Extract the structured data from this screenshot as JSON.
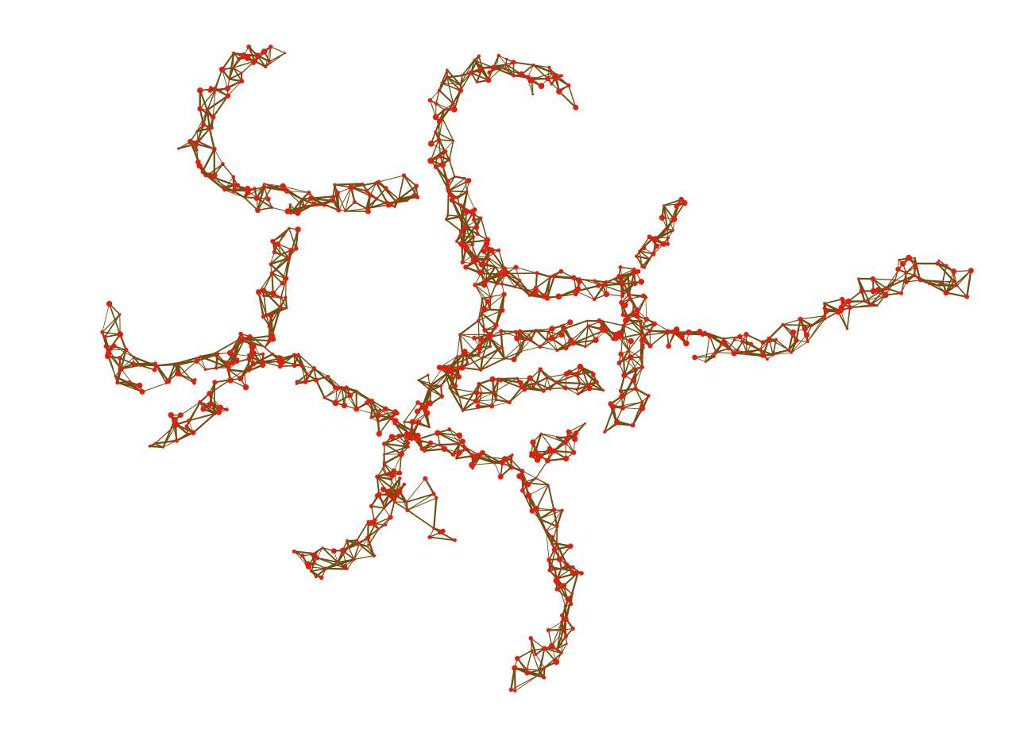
{
  "graph": {
    "type": "network",
    "labels": [],
    "colors": {
      "background": "#ffffff",
      "node": "#e01f0f",
      "edge": "#6b4e12"
    },
    "structure": {
      "description_hidden": true,
      "hub_region": "center-left",
      "arms": 7
    }
  }
}
